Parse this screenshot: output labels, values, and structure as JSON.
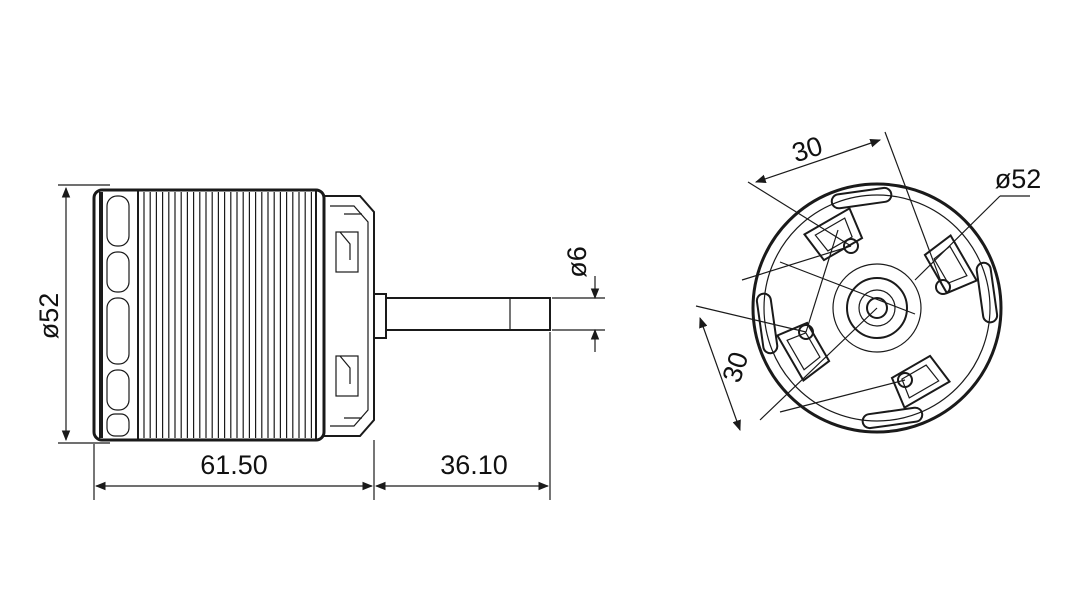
{
  "side_view": {
    "diameter_label": "ø52",
    "body_length_label": "61.50",
    "shaft_length_label": "36.10",
    "shaft_diameter_label": "ø6"
  },
  "end_view": {
    "top_spacing_label": "30",
    "left_spacing_label": "30",
    "diameter_label": "ø52"
  },
  "colors": {
    "line": "#1a1a1a",
    "background": "#ffffff"
  }
}
